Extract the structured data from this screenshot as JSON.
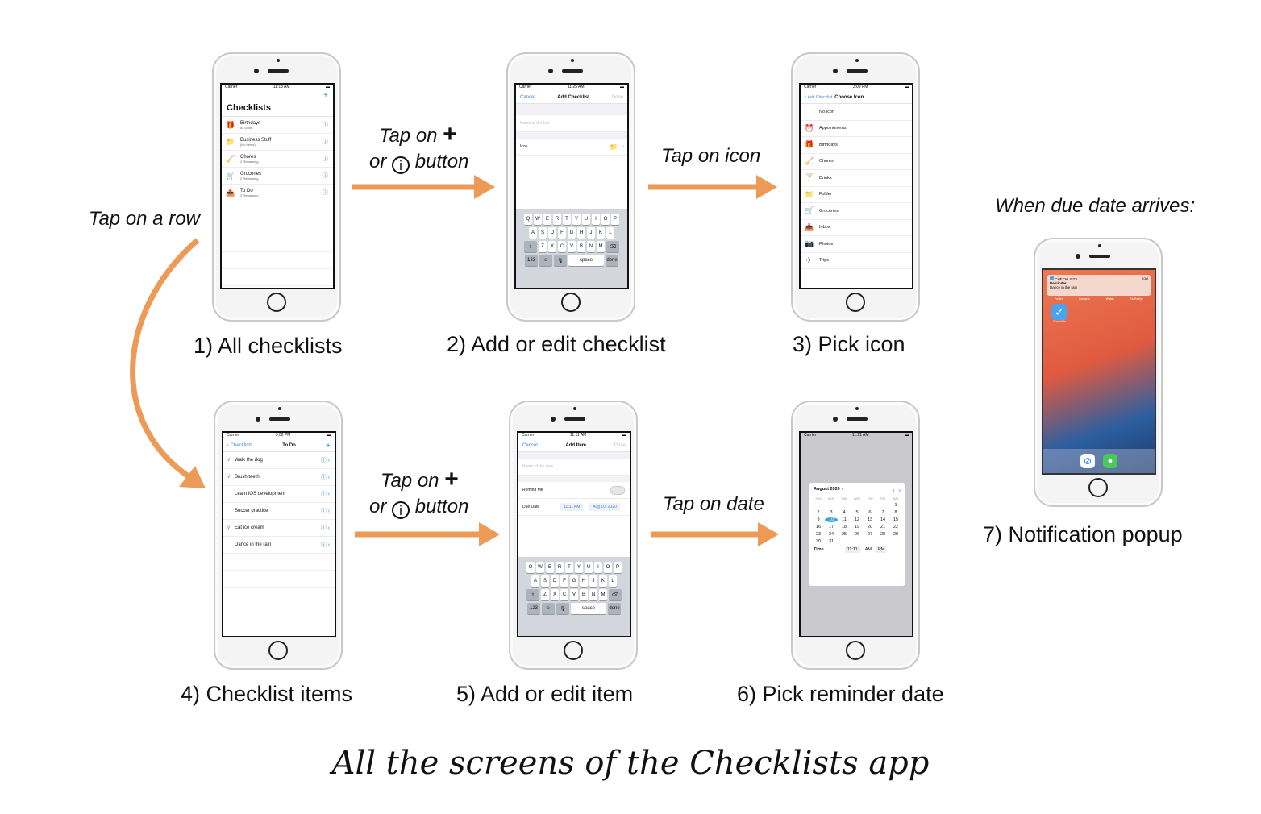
{
  "caption": "All the screens of the Checklists app",
  "colors": {
    "arrow": "#ee9a57",
    "accent": "#3b82d6"
  },
  "steps": [
    {
      "label": "1) All checklists"
    },
    {
      "label": "2) Add or edit checklist"
    },
    {
      "label": "3) Pick icon"
    },
    {
      "label": "4) Checklist items"
    },
    {
      "label": "5) Add or edit item"
    },
    {
      "label": "6) Pick reminder date"
    },
    {
      "label": "7) Notification popup"
    }
  ],
  "transitions": {
    "tap_plus_1": {
      "line1": "Tap on",
      "plus": "+",
      "line2a": "or",
      "info": "i",
      "line2b": "button"
    },
    "tap_icon": "Tap on icon",
    "tap_row": "Tap on a row",
    "tap_plus_2": {
      "line1": "Tap on",
      "plus": "+",
      "line2a": "or",
      "info": "i",
      "line2b": "button"
    },
    "tap_date": "Tap on date",
    "due_date": "When due date arrives:"
  },
  "screen1": {
    "carrier": "Carrier",
    "time": "11:18 AM",
    "add": "+",
    "title": "Checklists",
    "rows": [
      {
        "icon": "🎁",
        "name": "Birthdays",
        "sub": "All Done"
      },
      {
        "icon": "📁",
        "name": "Business Stuff",
        "sub": "(No Items)"
      },
      {
        "icon": "🧹",
        "name": "Chores",
        "sub": "2 Remaining"
      },
      {
        "icon": "🛒",
        "name": "Groceries",
        "sub": "2 Remaining"
      },
      {
        "icon": "📥",
        "name": "To Do",
        "sub": "3 Remaining"
      }
    ]
  },
  "screen2": {
    "carrier": "Carrier",
    "time": "11:25 AM",
    "cancel": "Cancel",
    "title": "Add Checklist",
    "done": "Done",
    "placeholder": "Name of the List",
    "icon_label": "Icon",
    "icon_value": "📁"
  },
  "screen3": {
    "carrier": "Carrier",
    "time": "3:09 PM",
    "back": "Add Checklist",
    "title": "Choose Icon",
    "icons": [
      {
        "icon": "",
        "name": "No Icon"
      },
      {
        "icon": "⏰",
        "name": "Appointments"
      },
      {
        "icon": "🎁",
        "name": "Birthdays"
      },
      {
        "icon": "🧹",
        "name": "Chores"
      },
      {
        "icon": "🍸",
        "name": "Drinks"
      },
      {
        "icon": "📁",
        "name": "Folder"
      },
      {
        "icon": "🛒",
        "name": "Groceries"
      },
      {
        "icon": "📥",
        "name": "Inbox"
      },
      {
        "icon": "📷",
        "name": "Photos"
      },
      {
        "icon": "✈",
        "name": "Trips"
      }
    ]
  },
  "screen4": {
    "carrier": "Carrier",
    "time": "3:02 PM",
    "back": "Checklists",
    "title": "To Do",
    "add": "+",
    "items": [
      {
        "check": "√",
        "name": "Walk the dog"
      },
      {
        "check": "√",
        "name": "Brush teeth"
      },
      {
        "check": "",
        "name": "Learn iOS development"
      },
      {
        "check": "",
        "name": "Soccer practice"
      },
      {
        "check": "√",
        "name": "Eat ice cream"
      },
      {
        "check": "",
        "name": "Dance in the rain"
      }
    ]
  },
  "screen5": {
    "carrier": "Carrier",
    "time": "11:11 AM",
    "cancel": "Cancel",
    "title": "Add Item",
    "done": "Done",
    "placeholder": "Name of the item",
    "remind_label": "Remind Me",
    "due_label": "Due Date",
    "due_time": "11:11 AM",
    "due_date": "Aug 10, 2020"
  },
  "screen6": {
    "carrier": "Carrier",
    "time": "11:21 AM",
    "month": "August 2020",
    "weekdays": [
      "SUN",
      "MON",
      "TUE",
      "WED",
      "THU",
      "FRI",
      "SAT"
    ],
    "weeks": [
      [
        "",
        "",
        "",
        "",
        "",
        "",
        "1"
      ],
      [
        "2",
        "3",
        "4",
        "5",
        "6",
        "7",
        "8"
      ],
      [
        "9",
        "10",
        "11",
        "12",
        "13",
        "14",
        "15"
      ],
      [
        "16",
        "17",
        "18",
        "19",
        "20",
        "21",
        "22"
      ],
      [
        "23",
        "24",
        "25",
        "26",
        "27",
        "28",
        "29"
      ],
      [
        "30",
        "31",
        "",
        "",
        "",
        "",
        ""
      ]
    ],
    "selected": "10",
    "time_label": "Time",
    "time_value": "11:11",
    "am": "AM",
    "pm": "PM"
  },
  "screen7": {
    "app": "CHECKLISTS",
    "ago": "now",
    "title": "Reminder:",
    "body": "Dance in the rain",
    "docklabels": [
      "Folder",
      "Contacts",
      "Watch",
      "Stuff's Eye"
    ],
    "app_icon_label": "Checklists"
  },
  "keyboard": {
    "row1": [
      "Q",
      "W",
      "E",
      "R",
      "T",
      "Y",
      "U",
      "I",
      "O",
      "P"
    ],
    "row2": [
      "A",
      "S",
      "D",
      "F",
      "G",
      "H",
      "J",
      "K",
      "L"
    ],
    "row3": [
      "Z",
      "X",
      "C",
      "V",
      "B",
      "N",
      "M"
    ],
    "shift": "⇧",
    "del": "⌫",
    "num": "123",
    "emoji": "☺",
    "mic": "🎙",
    "space": "space",
    "done": "done"
  }
}
